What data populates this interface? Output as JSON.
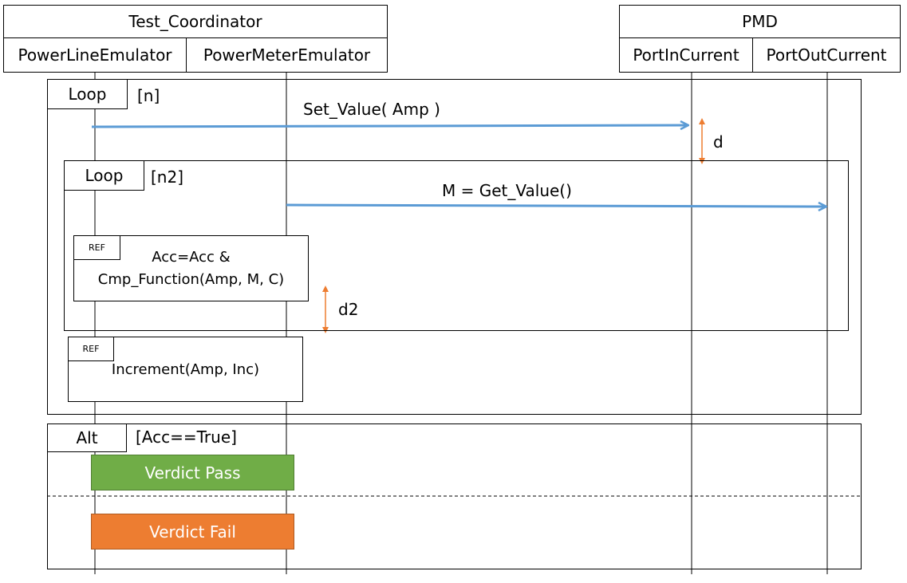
{
  "groups": {
    "test_coordinator": {
      "title": "Test_Coordinator",
      "lifelines": [
        "PowerLineEmulator",
        "PowerMeterEmulator"
      ]
    },
    "pmd": {
      "title": "PMD",
      "lifelines": [
        "PortInCurrent",
        "PortOutCurrent"
      ]
    }
  },
  "fragments": {
    "outer_loop": {
      "operator": "Loop",
      "guard": "[n]"
    },
    "inner_loop": {
      "operator": "Loop",
      "guard": "[n2]"
    },
    "alt": {
      "operator": "Alt",
      "guard": "[Acc==True]"
    }
  },
  "messages": {
    "set_value": "Set_Value( Amp )",
    "get_value": "M = Get_Value()"
  },
  "durations": {
    "d": "d",
    "d2": "d2"
  },
  "refs": {
    "acc": {
      "tag": "REF",
      "line1": "Acc=Acc &",
      "line2": "Cmp_Function(Amp, M, C)"
    },
    "increment": {
      "tag": "REF",
      "text": "Increment(Amp, Inc)"
    }
  },
  "verdicts": {
    "pass": {
      "label": "Verdict Pass",
      "color": "#70ad47"
    },
    "fail": {
      "label": "Verdict Fail",
      "color": "#ed7d31"
    }
  },
  "colors": {
    "message_arrow": "#5b9bd5",
    "duration_marker": "#ed7d31"
  }
}
